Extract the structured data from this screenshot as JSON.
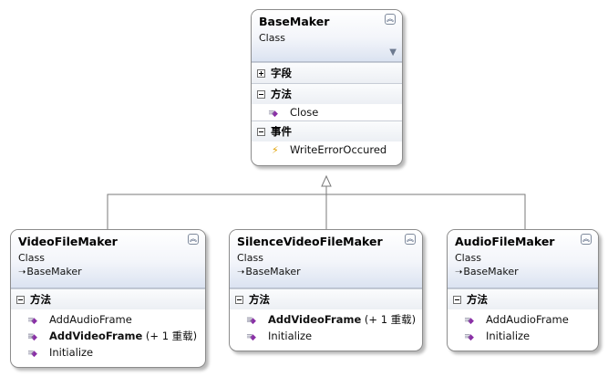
{
  "nodes": {
    "base": {
      "name": "BaseMaker",
      "kind": "Class",
      "sections": {
        "fields": {
          "label": "字段",
          "items": []
        },
        "methods": {
          "label": "方法",
          "items": [
            "Close"
          ]
        },
        "events": {
          "label": "事件",
          "items": [
            "WriteErrorOccured"
          ]
        }
      }
    },
    "video": {
      "name": "VideoFileMaker",
      "kind": "Class",
      "base": "BaseMaker",
      "sections": {
        "methods": {
          "label": "方法",
          "items": [
            {
              "text": "AddAudioFrame"
            },
            {
              "text": "AddVideoFrame",
              "suffix": " (+ 1 重载)"
            },
            {
              "text": "Initialize"
            }
          ]
        }
      }
    },
    "silence": {
      "name": "SilenceVideoFileMaker",
      "kind": "Class",
      "base": "BaseMaker",
      "sections": {
        "methods": {
          "label": "方法",
          "items": [
            {
              "text": "AddVideoFrame",
              "suffix": " (+ 1 重载)"
            },
            {
              "text": "Initialize"
            }
          ]
        }
      }
    },
    "audio": {
      "name": "AudioFileMaker",
      "kind": "Class",
      "base": "BaseMaker",
      "sections": {
        "methods": {
          "label": "方法",
          "items": [
            {
              "text": "AddAudioFrame"
            },
            {
              "text": "Initialize"
            }
          ]
        }
      }
    }
  },
  "edges": [
    {
      "from": "video",
      "to": "base",
      "type": "inheritance"
    },
    {
      "from": "silence",
      "to": "base",
      "type": "inheritance"
    },
    {
      "from": "audio",
      "to": "base",
      "type": "inheritance"
    }
  ],
  "icons": {
    "collapse": "double-chevron-up-icon",
    "filter": "filter-icon",
    "method": "method-icon",
    "event": "event-icon",
    "inherit": "arrow-right-icon"
  },
  "colors": {
    "border": "#8c8c8c",
    "header_gradient_end": "#dbe3f1",
    "method_icon": "#8a2ea6",
    "event_icon": "#e0a000",
    "connector": "#7a7a7a"
  }
}
